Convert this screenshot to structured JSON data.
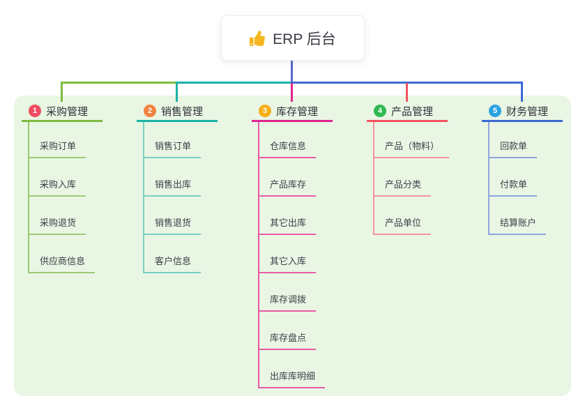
{
  "root": {
    "label": "ERP 后台",
    "icon": "thumbs-up-icon",
    "icon_color": "#f6b51e",
    "trunk_color": "#5a67cd"
  },
  "panel": {
    "background": "#e9f6e4"
  },
  "branches": [
    {
      "num": "1",
      "label": "采购管理",
      "color": "#7dbb40",
      "child_color": "#9cca74",
      "badge_color": "#ee4b5e",
      "children": [
        "采购订单",
        "采购入库",
        "采购退货",
        "供应商信息"
      ]
    },
    {
      "num": "2",
      "label": "销售管理",
      "color": "#1ab3a5",
      "child_color": "#77cfc5",
      "badge_color": "#f0833f",
      "children": [
        "销售订单",
        "销售出库",
        "销售退货",
        "客户信息"
      ]
    },
    {
      "num": "3",
      "label": "库存管理",
      "color": "#e02490",
      "child_color": "#e85aa5",
      "badge_color": "#f6ae17",
      "children": [
        "仓库信息",
        "产品库存",
        "其它出库",
        "其它入库",
        "库存调拨",
        "库存盘点",
        "出库库明细"
      ]
    },
    {
      "num": "4",
      "label": "产品管理",
      "color": "#f4525f",
      "child_color": "#f7959e",
      "badge_color": "#32b853",
      "children": [
        "产品（物料）",
        "产品分类",
        "产品单位"
      ]
    },
    {
      "num": "5",
      "label": "财务管理",
      "color": "#3e68d5",
      "child_color": "#8fa6dc",
      "badge_color": "#2aa2e2",
      "children": [
        "回款单",
        "付款单",
        "结算账户"
      ]
    }
  ]
}
